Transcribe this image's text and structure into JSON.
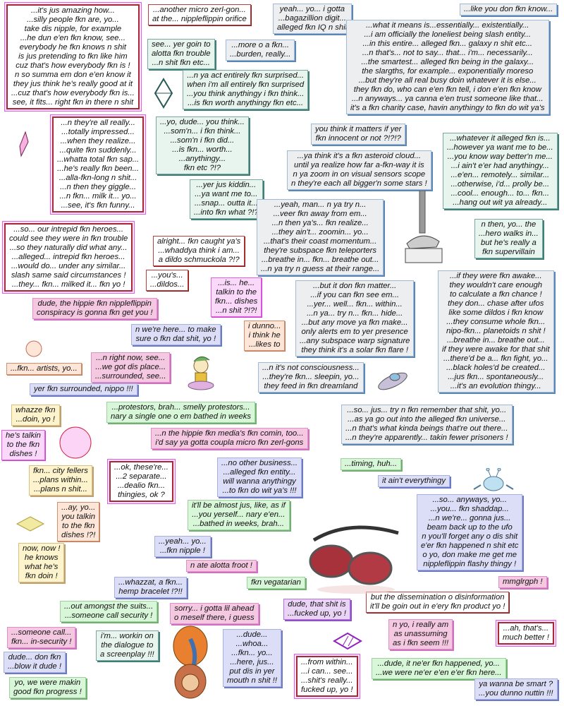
{
  "bubbles": [
    {
      "lines": [
        "...it's jus amazing how...",
        "...silly people fkn are, yo...",
        "take dis nipple, for example",
        "...he dun e'en fkn know, see...",
        "everybody he fkn knows n shit",
        "is jus pretending to fkn like him",
        "cuz that's how everybody fkn is !",
        "n so summa em don e'en know it",
        "they jus think he's really good at it",
        "...cuz that's how everybody fkn is...",
        "see, it fits... right fkn in there n shit"
      ]
    },
    {
      "lines": [
        "...n they're all really...",
        "...totally impressed...",
        "...when they realize...",
        "...quite fkn suddenly...",
        "...whatta total fkn sap...",
        "...he's really fkn been...",
        "...alla-fkn-long n shit...",
        "...n then they giggle...",
        "...n fkn... milk it... yo...",
        "...see, it's fkn funny..."
      ]
    },
    {
      "lines": [
        "...another micro zerl-gon...",
        "at the... nippleflippin orifice"
      ]
    },
    {
      "lines": [
        "yeah... yo... i gotta",
        "...bagazillion digit...",
        "alleged fkn IQ n shit"
      ]
    },
    {
      "lines": [
        "...like you don fkn know..."
      ]
    },
    {
      "lines": [
        "see... yer goin to",
        "alotta fkn trouble",
        "...n shit fkn etc..."
      ]
    },
    {
      "lines": [
        "...more o a fkn...",
        "...burden, really..."
      ]
    },
    {
      "lines": [
        "...n ya act entirely fkn surprised...",
        "when i'm all entirely fkn surprised",
        "...you think anythingy i fkn think...",
        "...is fkn worth anythingy fkn etc..."
      ]
    },
    {
      "lines": [
        "...what it means is...essentially... existentially...",
        "...i am officially the loneliest being slash entity...",
        "...in this entire... alleged fkn... galaxy n shit etc...",
        "...n that's... not to say... that... i'm... necessarily...",
        "...the smartest... alleged fkn being in the galaxy...",
        "the slargths, for example... exponentially moreso",
        "...but they're all real busy doin whatever it is else...",
        "they fkn do, who can e'en fkn tell, i don e'en fkn know",
        "...n anyways... ya canna e'en trust someone like that...",
        "it's a fkn charity case, havin anythingy to fkn do wit ya's"
      ]
    },
    {
      "lines": [
        "...yo, dude... you think...",
        "...som'n... i fkn think...",
        "...som'n i fkn did...",
        "...is fkn... worth...",
        "...anythingy...",
        "fkn etc ?!?"
      ]
    },
    {
      "lines": [
        "...yer jus kiddin...",
        "...ya want me to...",
        "...snap... outta it...",
        "...into fkn what ?!?"
      ]
    },
    {
      "lines": [
        "you think it matters if yer",
        "fkn innocent or not ?!?!?"
      ]
    },
    {
      "lines": [
        "...ya think it's a fkn asteroid cloud...",
        "until ya realize how far a-fkn-way it is",
        "n ya zoom in on visual sensors scope",
        "n they're each all bigger'n some stars !"
      ]
    },
    {
      "lines": [
        "...whatever it alleged fkn is...",
        "...however ya want me to be...",
        "...you know way better'n me...",
        "...i ain't e'er had anythingy...",
        "...e'en... remotely... similar...",
        "...otherwise, i'd... prolly be...",
        "...cool... enough... to... fkn...",
        "...hang out wit ya already..."
      ]
    },
    {
      "lines": [
        "...yeah, man... n ya try n...",
        "...veer fkn away from em...",
        "...n then ya's... fkn realize...",
        "...they ain't... zoomin... yo...",
        "...that's their coast momentum...",
        "they're subspace fkn teleporters",
        "...breathe in... fkn... breathe out...",
        "...n ya try n guess at their range..."
      ]
    },
    {
      "lines": [
        "n then, yo... the",
        "...hero walks in...",
        "but he's really a",
        "fkn supervillain"
      ]
    },
    {
      "lines": [
        "...so... our intrepid fkn heroes...",
        "could see they were in fkn trouble",
        "...so they naturally did what any...",
        "...alleged... intrepid fkn heroes...",
        "...would do... under any similar...",
        "slash same said circumstances !",
        "...they... fkn... milked it... fkn yo !"
      ]
    },
    {
      "lines": [
        "alright... fkn caught ya's",
        "...whaddya think i am...",
        "a dildo schmuckola ?!?"
      ]
    },
    {
      "lines": [
        "...you's...",
        "...dildos..."
      ]
    },
    {
      "lines": [
        "...is... he...",
        "talkin to the",
        "fkn... dishes",
        "...n shit ?!?!"
      ]
    },
    {
      "lines": [
        "dude, the hippie fkn nippleflippin",
        "conspiracy is gonna fkn get you !"
      ]
    },
    {
      "lines": [
        "...but it don fkn matter...",
        "...if you can fkn see em...",
        "...yer... well... fkn... within...",
        "...n ya... try n... fkn... hide...",
        "...but any move ya fkn make...",
        "only alerts em to yer presence",
        "...any subspace warp signature",
        "they think it's a solar fkn flare !"
      ]
    },
    {
      "lines": [
        "...if they were fkn awake...",
        "they wouldn't care enough",
        "to calculate a fkn chance !",
        "they don... chase after ufos",
        "like some dildos i fkn know",
        "...they consume whole fkn...",
        "nipo-fkn... planetoids n shit !",
        "...breathe in... breathe out...",
        "if they were awake for that shit",
        "...there'd be a... fkn fight, yo...",
        "...black holes'd be created...",
        "...jus fkn... spontaneously...",
        "...it's an evolution thingy..."
      ]
    },
    {
      "lines": [
        "n we're here... to make",
        "sure o fkn dat shit, yo !"
      ]
    },
    {
      "lines": [
        "i dunno...",
        "i think he",
        "...likes to"
      ]
    },
    {
      "lines": [
        "...fkn... artists, yo..."
      ]
    },
    {
      "lines": [
        "...n right now, see...",
        "...we got dis place...",
        "...surrounded, see..."
      ]
    },
    {
      "lines": [
        "yer fkn surrounded, nippo !!!"
      ]
    },
    {
      "lines": [
        "...n it's not consciousness...",
        "...they're fkn... sleepin, yo...",
        "they feed in fkn dreamland"
      ]
    },
    {
      "lines": [
        "whazze fkn",
        "...doin, yo !"
      ]
    },
    {
      "lines": [
        "...protestors, brah... smelly protestors...",
        "nary a single one o em bathed in weeks"
      ]
    },
    {
      "lines": [
        "...so... jus... try n fkn remember that shit, yo...",
        "...as ya go out into the alleged fkn universe...",
        "...n that's what kinda beings that're out there...",
        "...n they're apparently... takin fewer prisoners !"
      ]
    },
    {
      "lines": [
        "he's talkin",
        "to the fkn",
        "dishes !"
      ]
    },
    {
      "lines": [
        "...n the hippie fkn media's fkn comin, too...",
        "i'd say ya gotta coupla micro fkn zerl-gons"
      ]
    },
    {
      "lines": [
        "...no other business...",
        "...alleged fkn entity...",
        "will wanna anythingy",
        "...to fkn do wit ya's !!!"
      ]
    },
    {
      "lines": [
        "fkn... city fellers",
        "...plans within...",
        "...plans n shit..."
      ]
    },
    {
      "lines": [
        "...ok, these're...",
        "...2 separate...",
        "...dealio fkn...",
        "thingies, ok ?"
      ]
    },
    {
      "lines": [
        "...timing, huh..."
      ]
    },
    {
      "lines": [
        "it ain't everythingy"
      ]
    },
    {
      "lines": [
        "...ay, yo...",
        "you talkin",
        "to the fkn",
        "dishes !?!"
      ]
    },
    {
      "lines": [
        "it'll be almost jus, like, as if",
        "...you yerself... nary e'en...",
        "...bathed in weeks, brah..."
      ]
    },
    {
      "lines": [
        "...so... anyways, yo...",
        "...you... fkn shaddap...",
        "...n we're... gonna jus...",
        "beam back up to the ufo",
        "n you'll forget any o dis shit",
        "e'er fkn happened n shit etc",
        "o yo, don make me get me",
        "nippleflippin flashy thingy !"
      ]
    },
    {
      "lines": [
        "now, now !",
        "he knows",
        "what he's",
        "fkn doin !"
      ]
    },
    {
      "lines": [
        "...yeah... yo...",
        "...fkn nipple !"
      ]
    },
    {
      "lines": [
        "n ate alotta froot !"
      ]
    },
    {
      "lines": [
        "...whazzat, a fkn...",
        "hemp bracelet !?!!"
      ]
    },
    {
      "lines": [
        "fkn vegatarian"
      ]
    },
    {
      "lines": [
        "mmglrgph !"
      ]
    },
    {
      "lines": [
        "but the dissemination o disinformation",
        "it'll be goin out in e'ery fkn product yo !"
      ]
    },
    {
      "lines": [
        "...out amongst the suits...",
        "...someone call security !"
      ]
    },
    {
      "lines": [
        "sorry... i gotta lil ahead",
        "o meself there, i guess"
      ]
    },
    {
      "lines": [
        "dude, that shit is",
        "...fucked up, yo !"
      ]
    },
    {
      "lines": [
        "n yo, i really am",
        "as unassuming",
        "as i fkn seem !!!"
      ]
    },
    {
      "lines": [
        "...ah, that's...",
        "much better !"
      ]
    },
    {
      "lines": [
        "...someone call...",
        "fkn... in-security !"
      ]
    },
    {
      "lines": [
        "i'm... workin on",
        "the dialogue to",
        "a screenplay !!!"
      ]
    },
    {
      "lines": [
        "dude... don fkn",
        "...blow it dude !"
      ]
    },
    {
      "lines": [
        "...dude...",
        "...whoa...",
        "...fkn... yo...",
        "...here, jus...",
        "put dis in yer",
        "mouth n shit !!"
      ]
    },
    {
      "lines": [
        "...from within...",
        "...i can... see...",
        "...shit's really...",
        "fucked up, yo !"
      ]
    },
    {
      "lines": [
        "...dude, it ne'er fkn happened, yo...",
        "...we were ne'er e'en e'er fkn here..."
      ]
    },
    {
      "lines": [
        "yo, we were makin",
        "good fkn progress !"
      ]
    },
    {
      "lines": [
        "ya wanna be smart ?",
        "...you dunno nuttin !!!"
      ]
    }
  ]
}
